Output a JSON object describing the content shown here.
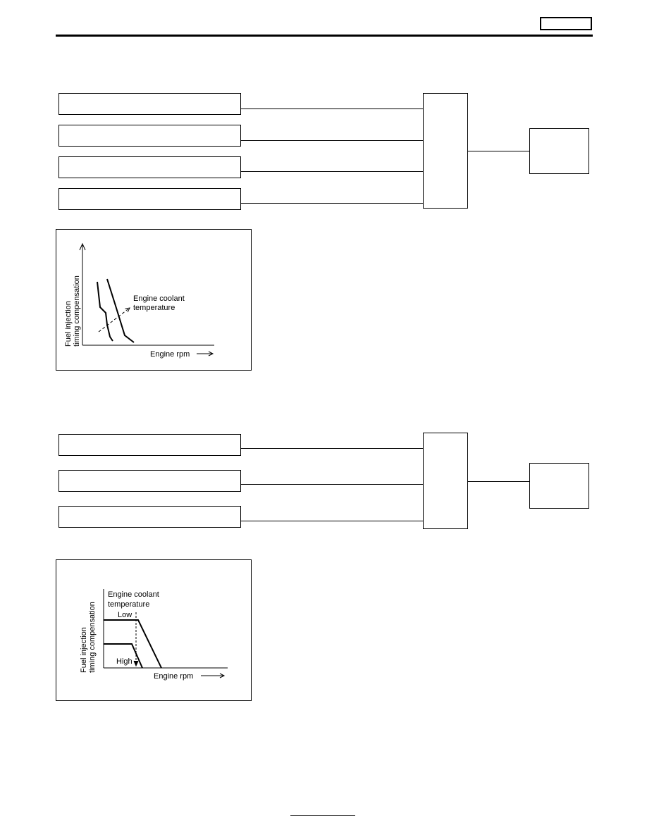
{
  "header": {
    "tab_text": ""
  },
  "diagram1": {
    "inputs": [
      "",
      "",
      "",
      ""
    ],
    "ecm_label": "",
    "output_label": ""
  },
  "graph1": {
    "y_label_line1": "Fuel injection",
    "y_label_line2": "timing compensation",
    "x_label": "Engine rpm",
    "annotation_line1": "Engine coolant",
    "annotation_line2": "temperature"
  },
  "diagram2": {
    "inputs": [
      "",
      "",
      ""
    ],
    "ecm_label": "",
    "output_label": ""
  },
  "graph2": {
    "y_label_line1": "Fuel injection",
    "y_label_line2": "timing compensation",
    "x_label": "Engine rpm",
    "annotation_line1": "Engine coolant",
    "annotation_line2": "temperature",
    "low_label": "Low",
    "high_label": "High"
  },
  "footer": {
    "text": ""
  }
}
